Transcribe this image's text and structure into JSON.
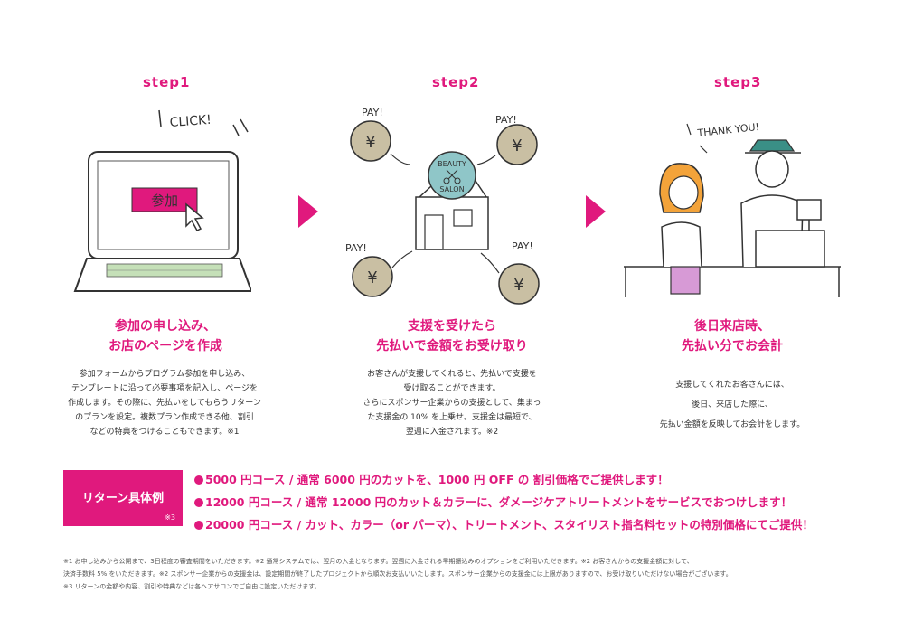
{
  "steps": [
    {
      "label": "step1",
      "shout": "CLICK!",
      "button_text": "参加",
      "title_line1": "参加の申し込み、",
      "title_line2": "お店のページを作成",
      "body": [
        "参加フォームからプログラム参加を申し込み、",
        "テンプレートに沿って必要事項を記入し、ページを",
        "作成します。その際に、先払いをしてもらうリターン",
        "のプランを設定。複数プラン作成できる他、割引",
        "などの特典をつけることもできます。※1"
      ]
    },
    {
      "label": "step2",
      "pay_label": "PAY!",
      "salon_top": "BEAUTY",
      "salon_bottom": "SALON",
      "title_line1": "支援を受けたら",
      "title_line2": "先払いで金額をお受け取り",
      "body": [
        "お客さんが支援してくれると、先払いで支援を",
        "受け取ることができます。",
        "さらにスポンサー企業からの支援として、集まっ",
        "た支援金の 10% を上乗せ。支援金は最短で、",
        "翌週に入金されます。※2"
      ]
    },
    {
      "label": "step3",
      "shout": "THANK YOU!",
      "title_line1": "後日来店時、",
      "title_line2": "先払い分でお会計",
      "body": [
        "支援してくれたお客さんには、",
        "後日、来店した際に、",
        "先払い金額を反映してお会計をします。"
      ]
    }
  ],
  "returns": {
    "badge_label": "リターン具体例",
    "badge_note": "※3",
    "courses": [
      "5000 円コース  /  通常 6000 円のカットを、1000 円 OFF の 割引価格でご提供します！",
      "12000 円コース  /  通常 12000 円のカット＆カラーに、ダメージケアトリートメントをサービスでおつけします！",
      "20000 円コース  /  カット、カラー（or パーマ）、トリートメント、スタイリスト指名料セットの特別価格にてご提供！"
    ]
  },
  "footnotes": [
    "※1 お申し込みから公開まで、3日程度の審査期間をいただきます。※2 通常システムでは、翌月の入金となります。翌週に入金される早期振込みのオプションをご利用いただきます。※2 お客さんからの支援金額に対して、",
    "決済手数料 5% をいただきます。※2 スポンサー企業からの支援金は、設定期間が終了したプロジェクトから順次お支払いいたします。スポンサー企業からの支援金には上限がありますので、お受け取りいただけない場合がございます。",
    "※3 リターンの金額や内容、割引や特典などは各ヘアサロンでご自由に設定いただけます。"
  ],
  "colors": {
    "accent": "#e0197d",
    "coin": "#c9bfa3"
  },
  "icons": [
    "cursor-icon",
    "yen-coin-icon",
    "scissors-icon"
  ]
}
